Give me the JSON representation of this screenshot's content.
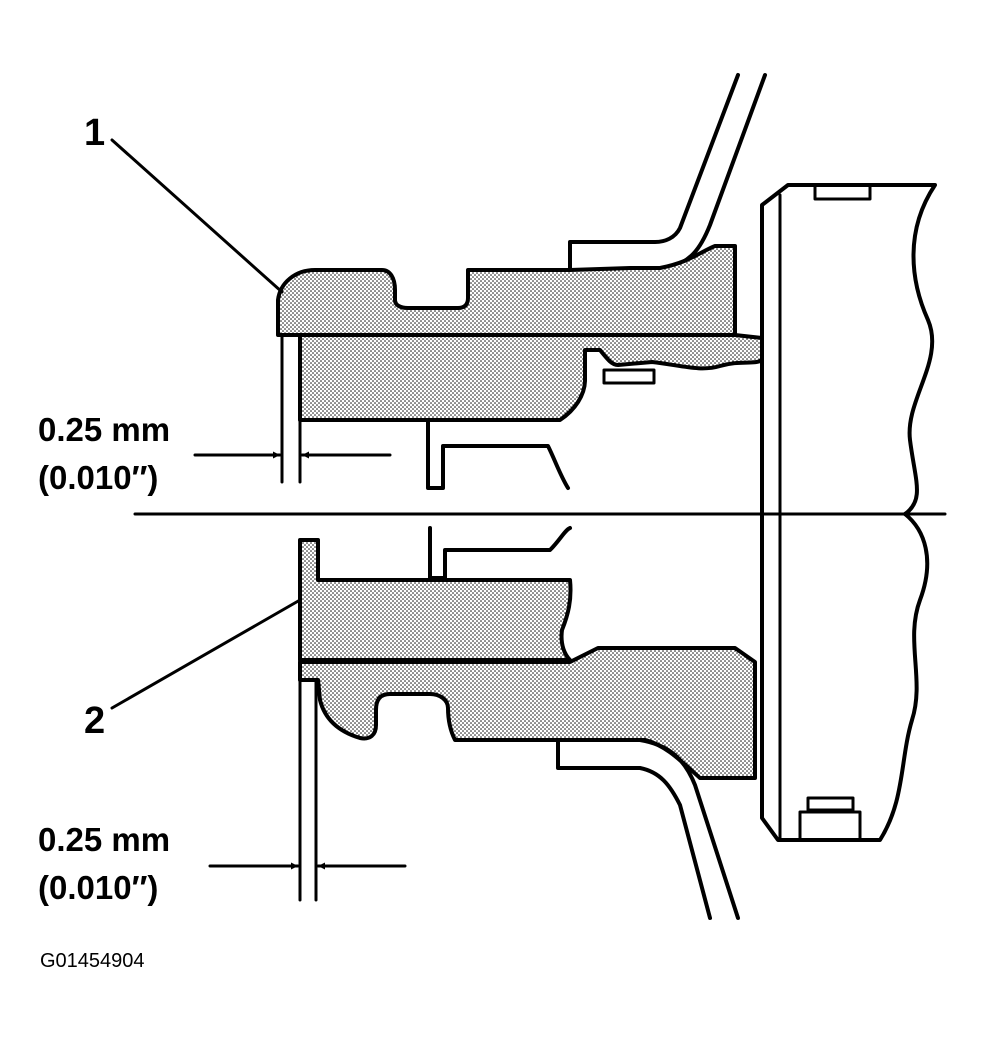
{
  "callouts": {
    "one": "1",
    "two": "2"
  },
  "dimensions": {
    "upper": {
      "metric": "0.25 mm",
      "imperial": "(0.010″)"
    },
    "lower": {
      "metric": "0.25 mm",
      "imperial": "(0.010″)"
    }
  },
  "figure_id": "G01454904",
  "colors": {
    "ink": "#000000",
    "paper": "#ffffff",
    "stipple": "#000000"
  }
}
